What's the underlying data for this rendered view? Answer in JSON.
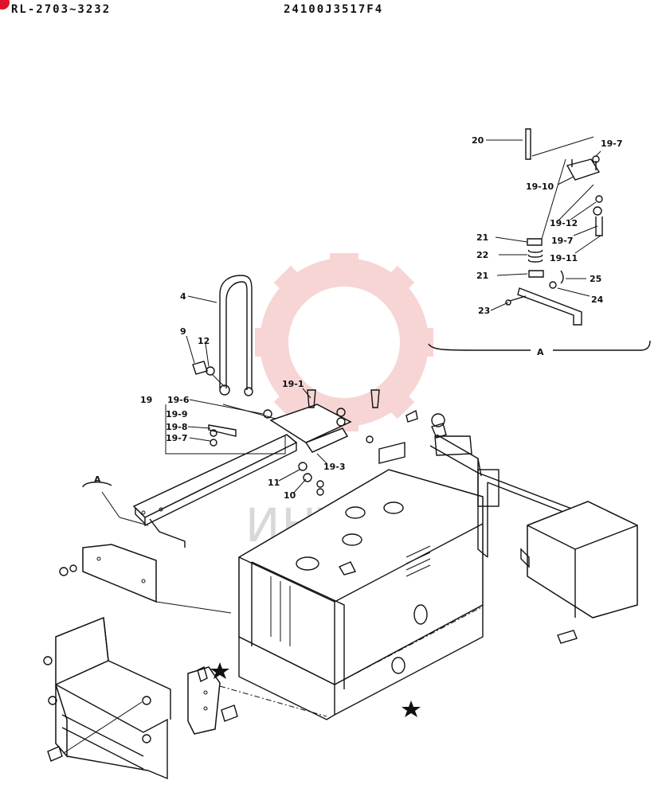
{
  "header": {
    "model": "RL-2703~3232",
    "part_number": "24100J3517F4"
  },
  "watermark": {
    "text": "ИНТЕХ",
    "color": "#f2b3b3"
  },
  "callouts": [
    {
      "id": "c20",
      "text": "20"
    },
    {
      "id": "c19-7a",
      "text": "19-7"
    },
    {
      "id": "c19-10",
      "text": "19-10"
    },
    {
      "id": "c19-12",
      "text": "19-12"
    },
    {
      "id": "c21a",
      "text": "21"
    },
    {
      "id": "c19-7b",
      "text": "19-7"
    },
    {
      "id": "c22",
      "text": "22"
    },
    {
      "id": "c19-11",
      "text": "19-11"
    },
    {
      "id": "c21b",
      "text": "21"
    },
    {
      "id": "c25",
      "text": "25"
    },
    {
      "id": "c24",
      "text": "24"
    },
    {
      "id": "c23",
      "text": "23"
    },
    {
      "id": "cA1",
      "text": "A"
    },
    {
      "id": "c4",
      "text": "4"
    },
    {
      "id": "c9",
      "text": "9"
    },
    {
      "id": "c12",
      "text": "12"
    },
    {
      "id": "c19-1",
      "text": "19-1"
    },
    {
      "id": "c19",
      "text": "19"
    },
    {
      "id": "c19-6",
      "text": "19-6"
    },
    {
      "id": "c19-9",
      "text": "19-9"
    },
    {
      "id": "c19-8",
      "text": "19-8"
    },
    {
      "id": "c19-7c",
      "text": "19-7"
    },
    {
      "id": "c19-3",
      "text": "19-3"
    },
    {
      "id": "c11",
      "text": "11"
    },
    {
      "id": "c10",
      "text": "10"
    },
    {
      "id": "cA2",
      "text": "A"
    }
  ]
}
